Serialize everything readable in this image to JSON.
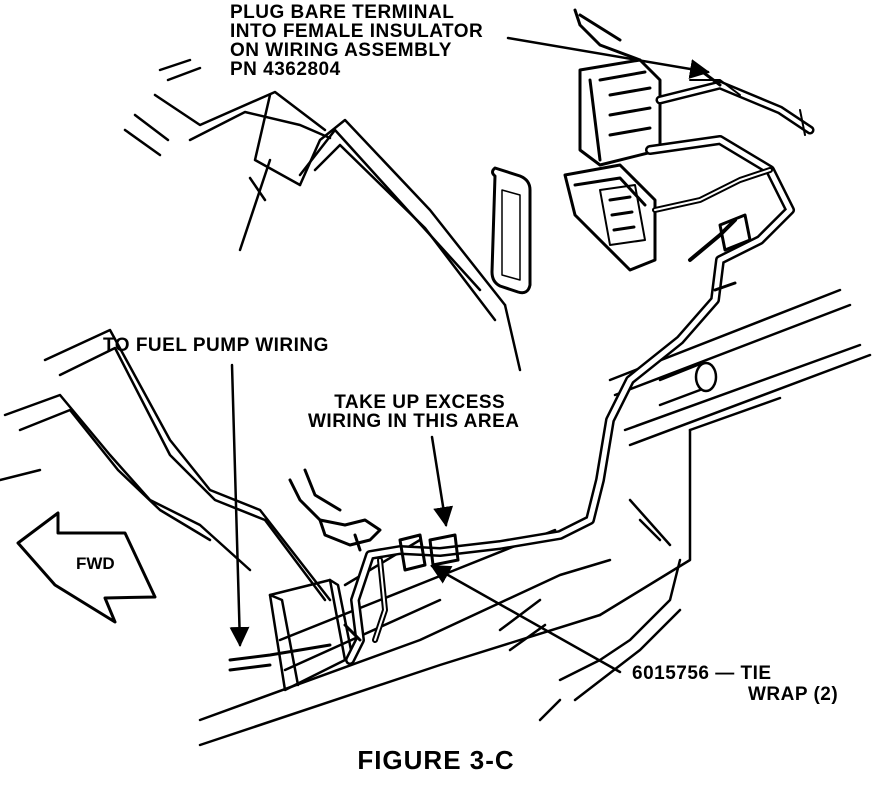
{
  "labels": {
    "plug_terminal": [
      "PLUG BARE TERMINAL",
      "INTO FEMALE INSULATOR",
      "ON WIRING ASSEMBLY",
      "PN 4362804"
    ],
    "fuel_pump": [
      "TO FUEL PUMP WIRING"
    ],
    "excess_wiring": [
      "TAKE UP EXCESS",
      "WIRING IN THIS AREA"
    ],
    "tie_wrap": [
      "6015756 — TIE",
      "WRAP (2)"
    ]
  },
  "fwd_label": "FWD",
  "figure_caption": "FIGURE 3-C"
}
